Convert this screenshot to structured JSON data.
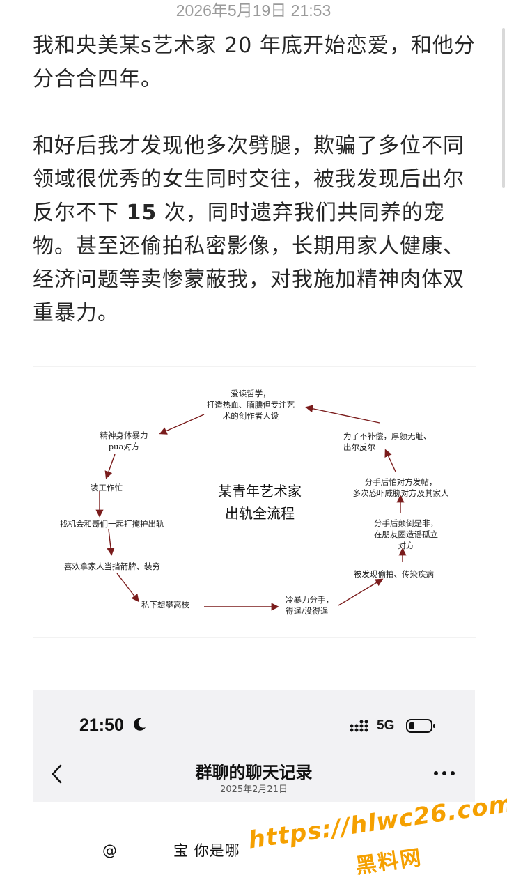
{
  "timestamp": "2026年5月19日 21:53",
  "post": {
    "para1": "我和央美某s艺术家 20 年底开始恋爱，和他分分合合四年。",
    "para2_a": "和好后我才发现他多次劈腿，欺骗了多位不同领域很优秀的女生同时交往，被我发现后出尔反尔不下 ",
    "para2_num": "15",
    "para2_b": " 次，同时遗弃我们共同养的宠物。甚至还偷拍私密影像，长期用家人健康、经济问题等卖惨蒙蔽我，对我施加精神肉体双重暴力。"
  },
  "diagram": {
    "title": "某青年艺术家\n出轨全流程",
    "nodes": {
      "top": "爱读哲学，\n打造热血、腼腆但专注艺\n术的创作者人设",
      "left1": "精神身体暴力\npua对方",
      "left2": "装工作忙",
      "left3": "找机会和哥们一起打掩护出轨",
      "left4": "喜欢拿家人当挡箭牌、装穷",
      "bottom1": "私下想攀高枝",
      "bottom2": "冷暴力分手，\n得逞/没得逞",
      "right1": "被发现偷拍、传染疾病",
      "right2": "分手后颠倒是非，\n在朋友圈造谣孤立\n对方",
      "right3": "分手后怕对方发帖，\n多次恐吓威胁对方及其家人",
      "right4": "为了不补偿，厚颜无耻、\n出尔反尔"
    }
  },
  "phone": {
    "time": "21:50",
    "network": "5G",
    "title": "群聊的聊天记录",
    "date": "2025年2月21日",
    "message_prefix": "@",
    "message_text": "宝 你是哪"
  },
  "watermark": {
    "url": "https://hlwc26.com",
    "name": "黑料网"
  },
  "colors": {
    "arrow": "#7a1c1c",
    "watermark": "#f5a000"
  }
}
